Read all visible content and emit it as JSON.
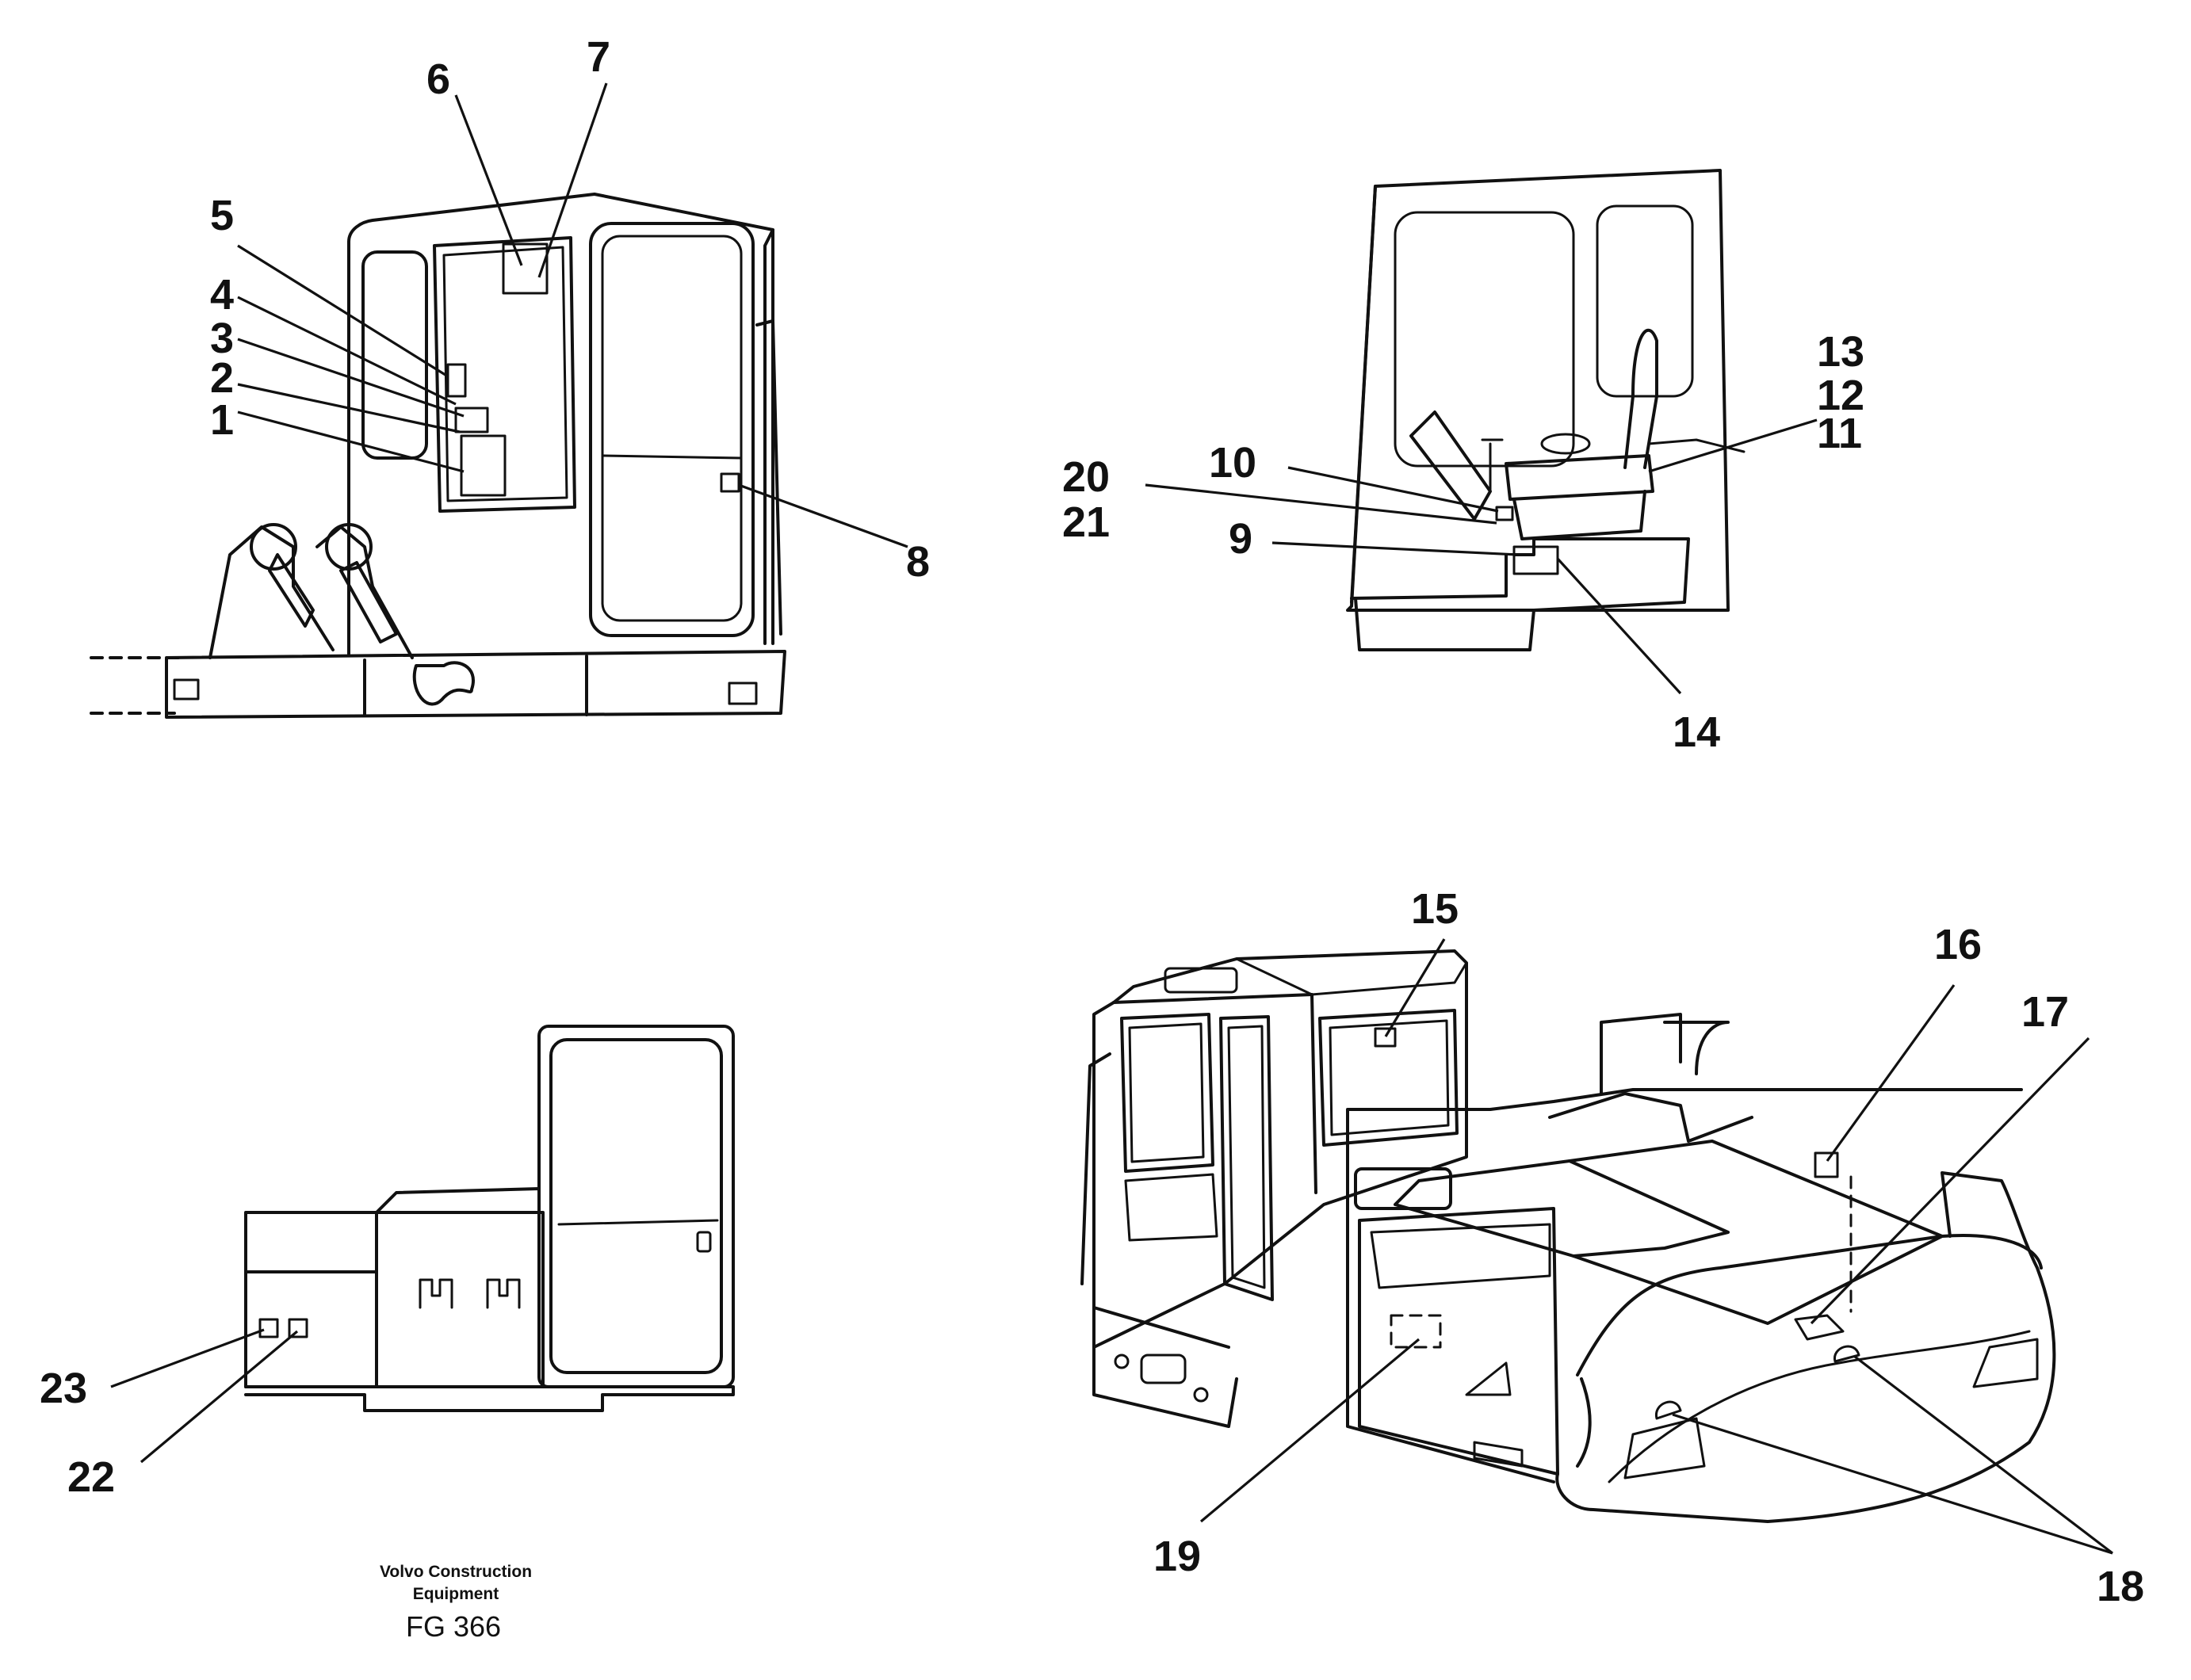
{
  "callouts": {
    "c1": "1",
    "c2": "2",
    "c3": "3",
    "c4": "4",
    "c5": "5",
    "c6": "6",
    "c7": "7",
    "c8": "8",
    "c9": "9",
    "c10": "10",
    "c11": "11",
    "c12": "12",
    "c13": "13",
    "c14": "14",
    "c15": "15",
    "c16": "16",
    "c17": "17",
    "c18": "18",
    "c19": "19",
    "c20": "20",
    "c21": "21",
    "c22": "22",
    "c23": "23"
  },
  "caption": {
    "line1": "Volvo Construction",
    "line2": "Equipment",
    "code": "FG 366"
  }
}
